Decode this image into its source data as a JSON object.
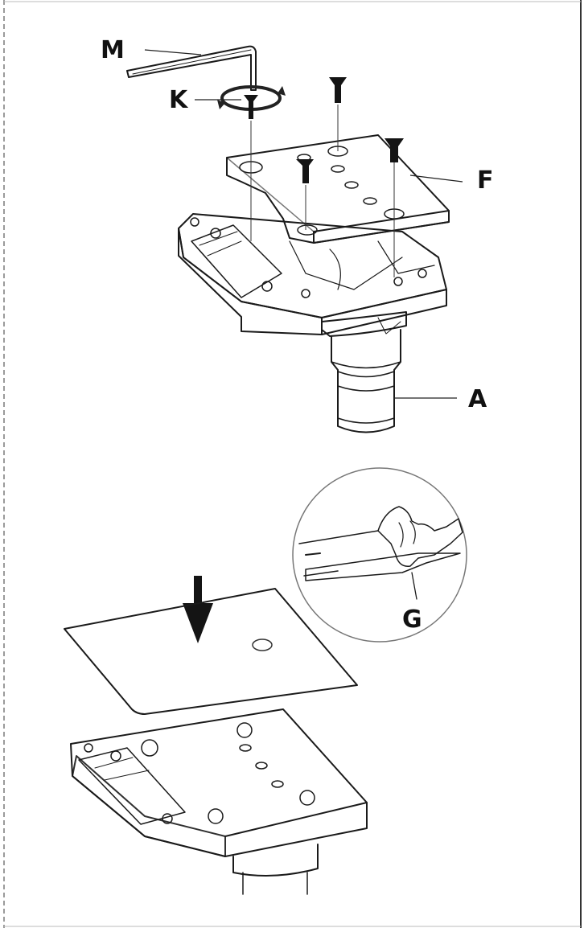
{
  "labels": {
    "M": "M",
    "K": "K",
    "F": "F",
    "A": "A",
    "G": "G"
  },
  "colors": {
    "plate": "#b3b3b3",
    "shim": "#bdbdbd",
    "line": "#1a1a1a",
    "screw": "#141414",
    "border": "#9a9a9a"
  },
  "icons": {
    "rotation": "rotation-arrow-icon",
    "down": "down-arrow-icon"
  }
}
